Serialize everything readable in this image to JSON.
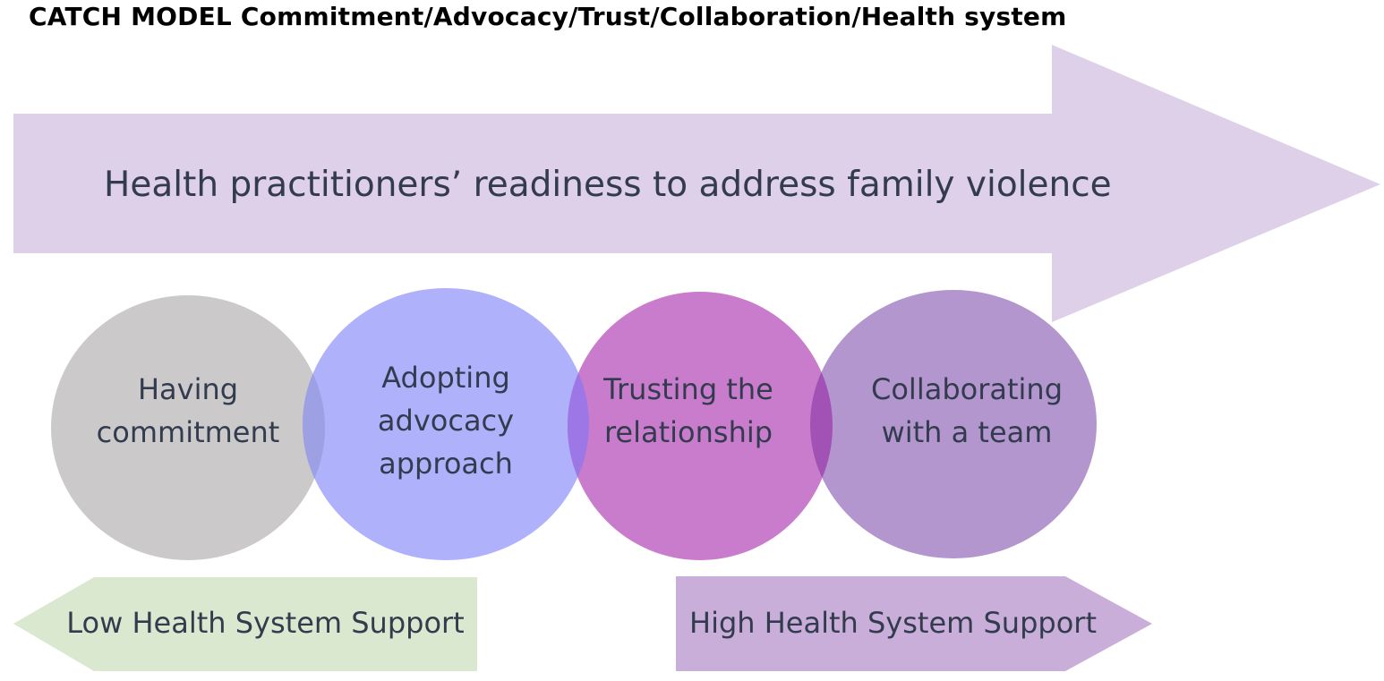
{
  "title": "CATCH MODEL Commitment/Advocacy/Trust/Collaboration/Health system",
  "main_arrow": {
    "label": "Health practitioners’ readiness to address family violence",
    "color": "#ddd0e8"
  },
  "circles": [
    {
      "lines": [
        "Having",
        "commitment"
      ],
      "color": "#cbc9ca"
    },
    {
      "lines": [
        "Adopting",
        "advocacy",
        "approach"
      ],
      "color": "#afb1fb"
    },
    {
      "lines": [
        "Trusting the",
        "relationship"
      ],
      "color": "#ca7ccc"
    },
    {
      "lines": [
        "Collaborating",
        "with a team"
      ],
      "color": "#b496cf"
    }
  ],
  "overlap_colors": [
    "#9da0e2",
    "#9d77e6",
    "#a152b4"
  ],
  "support": {
    "low": {
      "label": "Low Health System Support",
      "color": "#d9e8cf"
    },
    "high": {
      "label": "High Health System Support",
      "color": "#c8aed8"
    }
  },
  "text_color": "#333c4e"
}
